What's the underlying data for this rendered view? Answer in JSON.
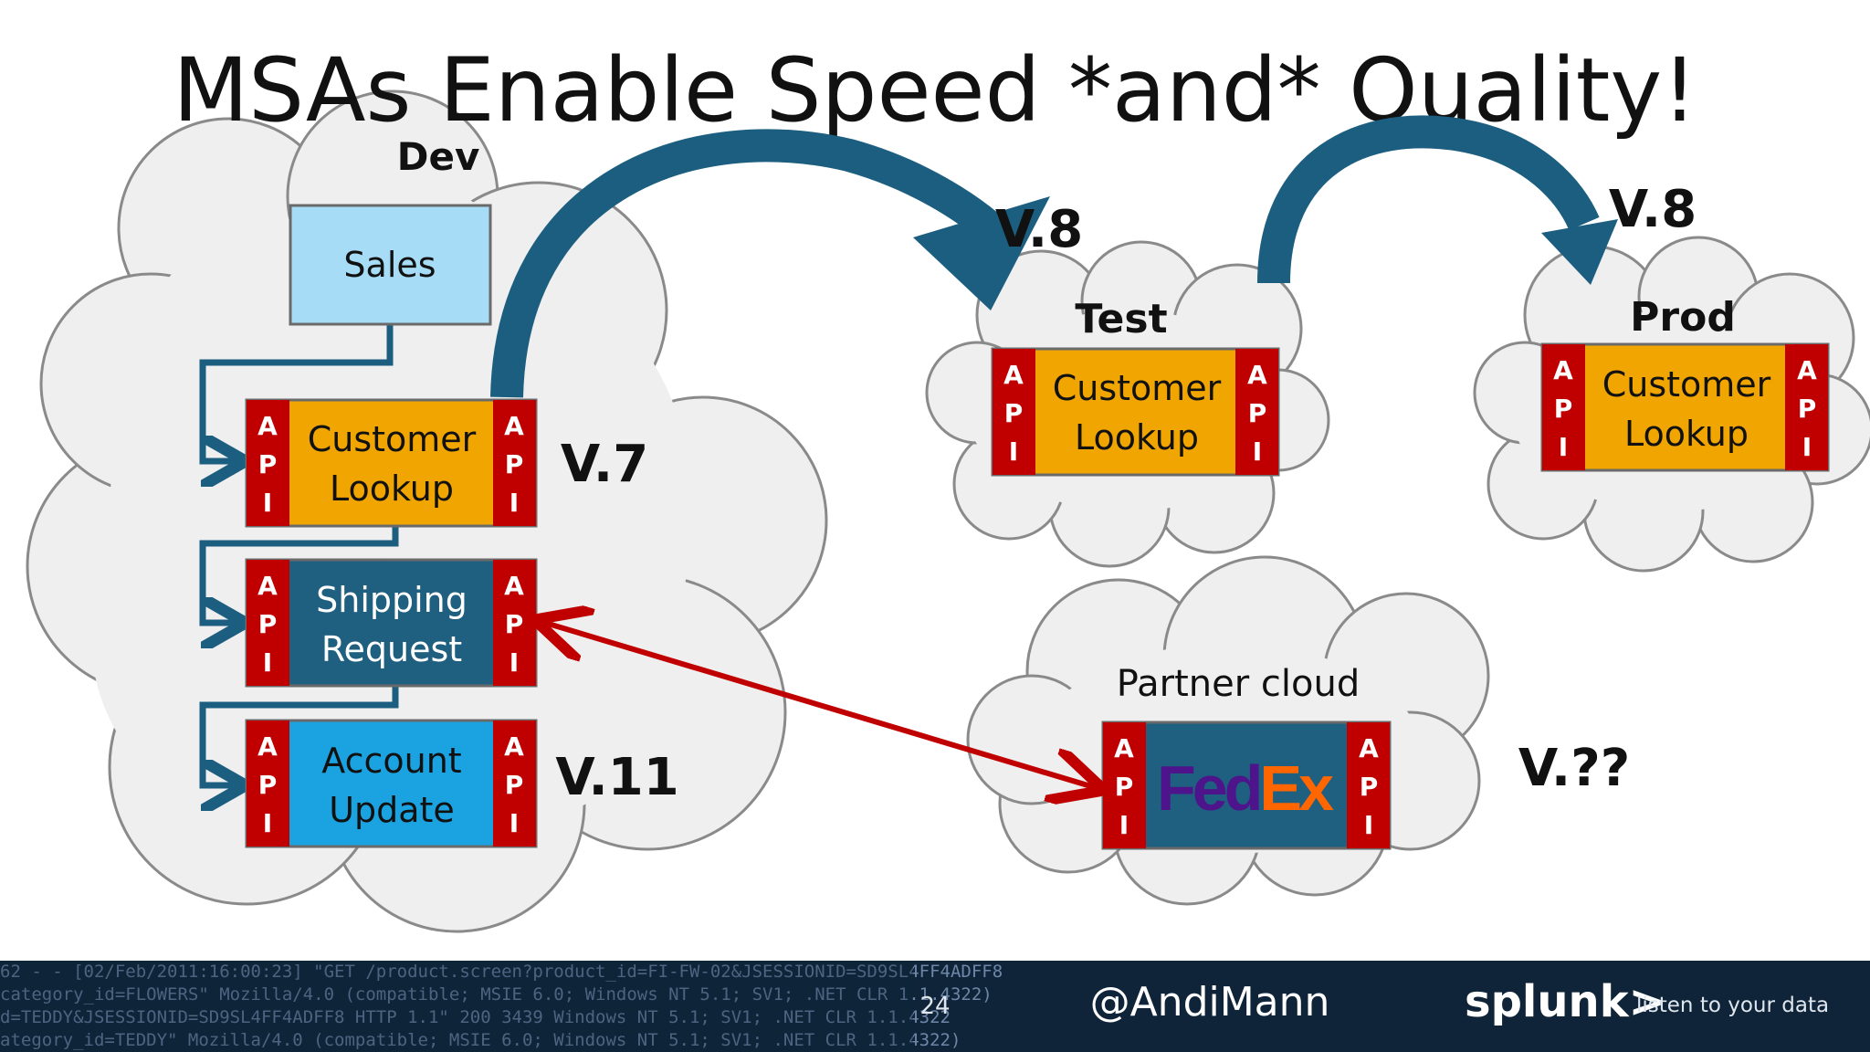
{
  "slide": {
    "title": "MSAs Enable Speed *and* Quality!",
    "page_number": "24",
    "handle": "@AndiMann",
    "brand": "splunk>",
    "tagline": "listen to your data"
  },
  "clouds": {
    "dev": "Dev",
    "test": "Test",
    "prod": "Prod",
    "partner": "Partner cloud"
  },
  "services": {
    "sales": "Sales",
    "customer_lookup": [
      "Customer",
      "Lookup"
    ],
    "shipping_request": [
      "Shipping",
      "Request"
    ],
    "account_update": [
      "Account",
      "Update"
    ],
    "fedex": "FedEx"
  },
  "api_letters": [
    "A",
    "P",
    "I"
  ],
  "versions": {
    "dev_customer": "V.7",
    "dev_account": "V.11",
    "test": "V.8",
    "prod": "V.8",
    "partner": "V.??"
  },
  "colors": {
    "api_red": "#c00000",
    "customer_box": "#f0a500",
    "shipping_box": "#1f5f7f",
    "account_box": "#1aa3e0",
    "sales_box": "#a6dcf6",
    "cloud_fill": "#efefef",
    "arrow_blue": "#1c5e7f",
    "link_red": "#c00000",
    "fedex_purple": "#4d148c",
    "fedex_orange": "#ff6600",
    "footer_bg": "#0f2438"
  },
  "footer_log": [
    "62 - - [02/Feb/2011:16:00:23] \"GET /product.screen?product_id=FI-FW-02&JSESSIONID=SD9SL4FF4ADFF8",
    "category_id=FLOWERS\" Mozilla/4.0 (compatible; MSIE 6.0; Windows NT 5.1; SV1; .NET CLR 1.1.4322)",
    "d=TEDDY&JSESSIONID=SD9SL4FF4ADFF8 HTTP 1.1\" 200 3439 Windows NT 5.1; SV1; .NET CLR 1.1.4322",
    "ategory_id=TEDDY\" Mozilla/4.0 (compatible; MSIE 6.0; Windows NT 5.1; SV1; .NET CLR 1.1.4322)"
  ]
}
